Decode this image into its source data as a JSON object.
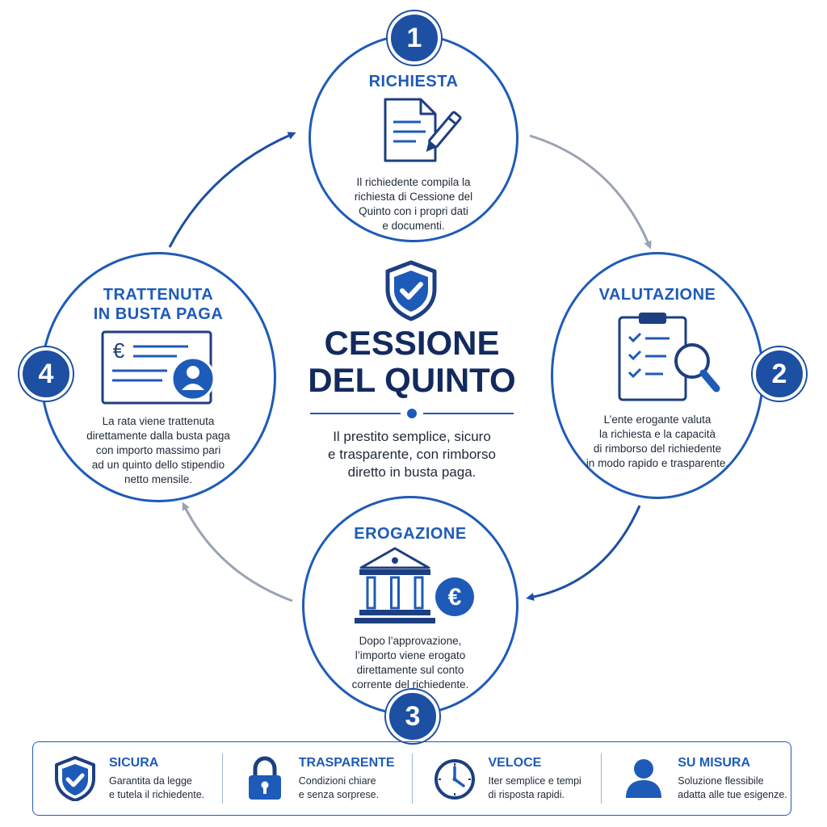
{
  "center": {
    "title_line1": "CESSIONE",
    "title_line2": "DEL QUINTO",
    "subtitle": "Il prestito semplice, sicuro\ne trasparente, con rimborso\ndiretto in busta paga."
  },
  "steps": [
    {
      "number": "1",
      "title": "RICHIESTA",
      "description": "Il richiedente compila la\nrichiesta di Cessione del\nQuinto con i propri dati\ne documenti.",
      "icon": "document-pen-icon"
    },
    {
      "number": "2",
      "title": "VALUTAZIONE",
      "description": "L’ente erogante valuta\nla richiesta e la capacità\ndi rimborso del richiedente\nin modo rapido e trasparente.",
      "icon": "clipboard-magnifier-icon"
    },
    {
      "number": "3",
      "title": "EROGAZIONE",
      "description": "Dopo l’approvazione,\nl’importo viene erogato\ndirettamente sul conto\ncorrente del richiedente.",
      "icon": "bank-euro-icon"
    },
    {
      "number": "4",
      "title": "TRATTENUTA\nIN BUSTA PAGA",
      "description": "La rata viene trattenuta\ndirettamente dalla busta paga\ncon importo massimo pari\nad un quinto dello stipendio\nnetto mensile.",
      "icon": "payslip-user-icon"
    }
  ],
  "features": [
    {
      "title": "SICURA",
      "description": "Garantita da legge\ne tutela il richiedente.",
      "icon": "shield-check-icon"
    },
    {
      "title": "TRASPARENTE",
      "description": "Condizioni chiare\ne senza sorprese.",
      "icon": "padlock-icon"
    },
    {
      "title": "VELOCE",
      "description": "Iter semplice e tempi\ndi risposta rapidi.",
      "icon": "clock-icon"
    },
    {
      "title": "SU MISURA",
      "description": "Soluzione flessibile\nadatta alle tue esigenze.",
      "icon": "user-icon"
    }
  ],
  "currency_symbol": "€",
  "colors": {
    "primary": "#1e5bb8",
    "dark": "#132a5e",
    "arrow_gray": "#9aa3b2"
  }
}
